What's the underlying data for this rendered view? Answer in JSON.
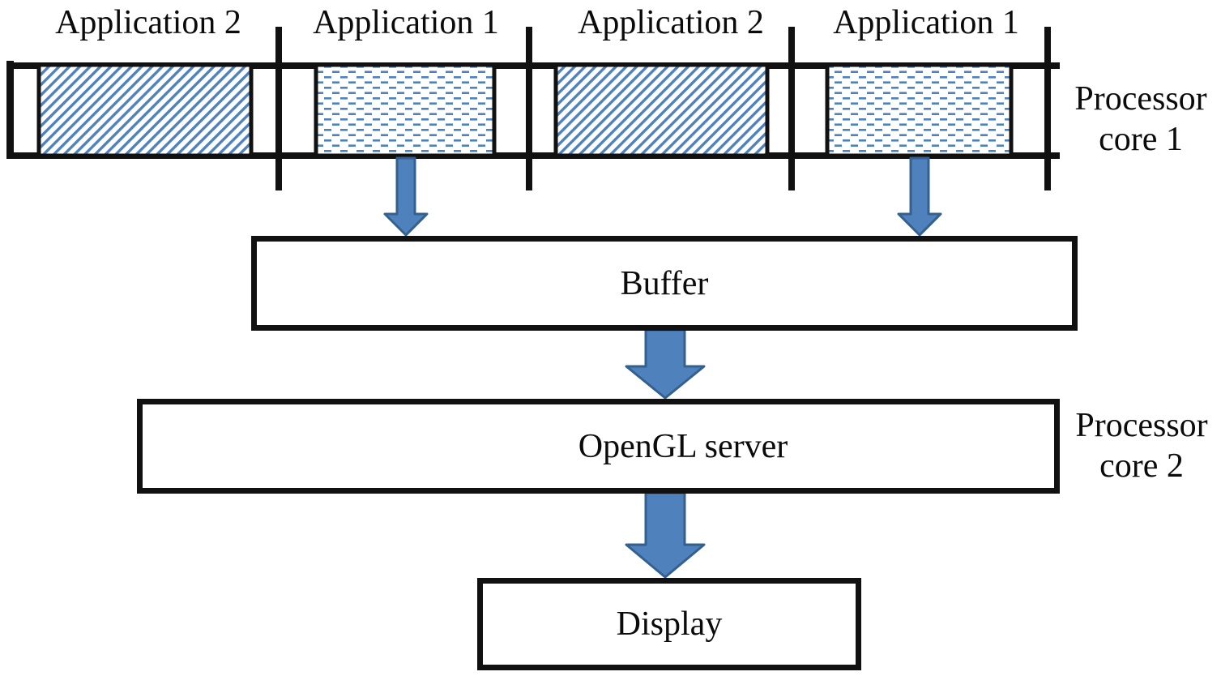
{
  "colors": {
    "accent_blue": "#4f81bd",
    "arrow_stroke": "#33608f",
    "line_black": "#111111"
  },
  "timeline": {
    "app_labels": [
      {
        "text": "Application 2"
      },
      {
        "text": "Application 1"
      },
      {
        "text": "Application 2"
      },
      {
        "text": "Application 1"
      }
    ],
    "row_label": {
      "line1": "Processor",
      "line2": "core 1"
    },
    "blocks": [
      {
        "app": "Application 2",
        "pattern": "diagonal-hatch"
      },
      {
        "app": "Application 1",
        "pattern": "dashed-dots"
      },
      {
        "app": "Application 2",
        "pattern": "diagonal-hatch"
      },
      {
        "app": "Application 1",
        "pattern": "dashed-dots"
      }
    ]
  },
  "buffer": {
    "label": "Buffer"
  },
  "opengl": {
    "label": "OpenGL server",
    "row_label": {
      "line1": "Processor",
      "line2": "core 2"
    }
  },
  "display": {
    "label": "Display"
  }
}
